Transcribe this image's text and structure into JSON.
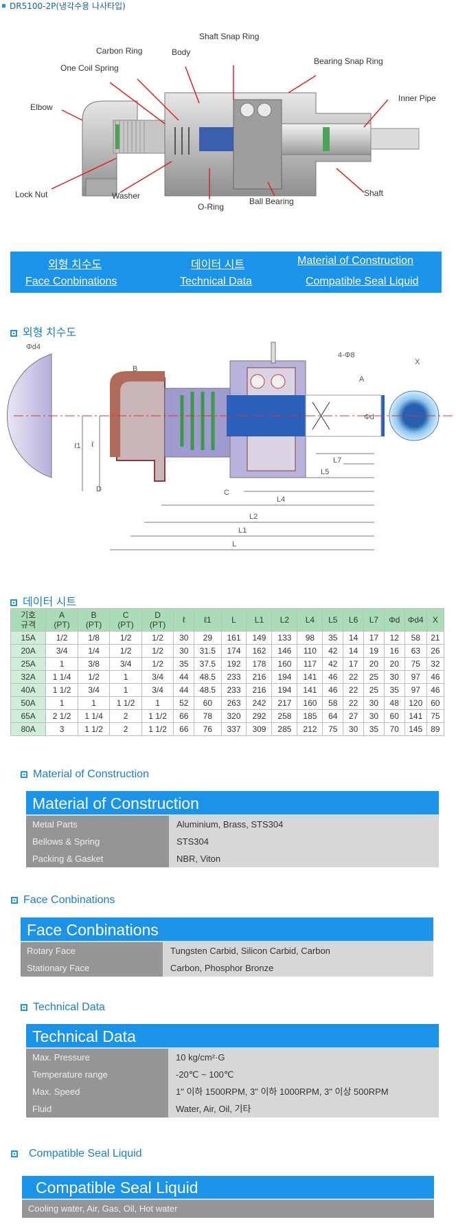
{
  "title": "DR5100-2P(냉각수용 나사타입)",
  "assembly_labels": {
    "shaft_snap_ring": "Shaft Snap Ring",
    "carbon_ring": "Carbon Ring",
    "body": "Body",
    "bearing_snap_ring": "Bearing Snap Ring",
    "one_coil_spring": "One Coil Spring",
    "inner_pipe": "Inner Pipe",
    "elbow": "Elbow",
    "lock_nut": "Lock Nut",
    "washer": "Washer",
    "o_ring": "O-Ring",
    "ball_bearing": "Ball Bearing",
    "shaft": "Shaft"
  },
  "nav": {
    "dimensions": "외형 치수도",
    "datasheet": "데이터 시트",
    "material": "Material of Construction",
    "face": "Face Conbinations",
    "technical": "Technical Data",
    "seal": "Compatible Seal Liquid"
  },
  "sections": {
    "dimensions": "외형 치수도",
    "datasheet": "데이터 시트",
    "material": "Material of Construction",
    "face": "Face Conbinations",
    "technical": "Technical Data",
    "seal": "Compatible Seal Liquid"
  },
  "drawing_labels": {
    "phi_d4": "Φd4",
    "b": "B",
    "four_phi8": "4-Φ8",
    "a": "A",
    "x": "X",
    "phi_d": "Φd",
    "l1_small": "ℓ1",
    "l_small": "ℓ",
    "l7": "L7",
    "l5": "L5",
    "d": "D",
    "c": "C",
    "l4": "L4",
    "l2": "L2",
    "l1": "L1",
    "l": "L"
  },
  "datasheet": {
    "header_first_top": "기호",
    "header_first_bottom": "규격",
    "headers": [
      [
        "A",
        "(PT)"
      ],
      [
        "B",
        "(PT)"
      ],
      [
        "C",
        "(PT)"
      ],
      [
        "D",
        "(PT)"
      ],
      [
        "ℓ",
        ""
      ],
      [
        "ℓ1",
        ""
      ],
      [
        "L",
        ""
      ],
      [
        "L1",
        ""
      ],
      [
        "L2",
        ""
      ],
      [
        "L4",
        ""
      ],
      [
        "L5",
        ""
      ],
      [
        "L6",
        ""
      ],
      [
        "L7",
        ""
      ],
      [
        "Φd",
        ""
      ],
      [
        "Φd4",
        ""
      ],
      [
        "X",
        ""
      ]
    ],
    "rows": [
      [
        "15A",
        "1/2",
        "1/8",
        "1/2",
        "1/2",
        "30",
        "29",
        "161",
        "149",
        "133",
        "98",
        "35",
        "14",
        "17",
        "12",
        "58",
        "21"
      ],
      [
        "20A",
        "3/4",
        "1/4",
        "1/2",
        "1/2",
        "30",
        "31.5",
        "174",
        "162",
        "146",
        "110",
        "42",
        "14",
        "19",
        "16",
        "63",
        "26"
      ],
      [
        "25A",
        "1",
        "3/8",
        "3/4",
        "1/2",
        "35",
        "37.5",
        "192",
        "178",
        "160",
        "117",
        "42",
        "17",
        "20",
        "20",
        "75",
        "32"
      ],
      [
        "32A",
        "1 1/4",
        "1/2",
        "1",
        "3/4",
        "44",
        "48.5",
        "233",
        "216",
        "194",
        "141",
        "46",
        "22",
        "25",
        "30",
        "97",
        "46"
      ],
      [
        "40A",
        "1 1/2",
        "3/4",
        "1",
        "3/4",
        "44",
        "48.5",
        "233",
        "216",
        "194",
        "141",
        "46",
        "22",
        "25",
        "35",
        "97",
        "46"
      ],
      [
        "50A",
        "1",
        "1",
        "1 1/2",
        "1",
        "52",
        "60",
        "263",
        "242",
        "217",
        "160",
        "58",
        "22",
        "30",
        "48",
        "120",
        "60"
      ],
      [
        "65A",
        "2 1/2",
        "1 1/4",
        "2",
        "1 1/2",
        "66",
        "78",
        "320",
        "292",
        "258",
        "185",
        "64",
        "27",
        "30",
        "60",
        "141",
        "75"
      ],
      [
        "80A",
        "3",
        "1 1/2",
        "2",
        "1 1/2",
        "66",
        "76",
        "337",
        "309",
        "285",
        "212",
        "75",
        "30",
        "35",
        "70",
        "145",
        "89"
      ]
    ]
  },
  "material": {
    "header": "Material of Construction",
    "rows": [
      {
        "key": "Metal Parts",
        "value": "Aluminium, Brass, STS304"
      },
      {
        "key": "Bellows & Spring",
        "value": "STS304"
      },
      {
        "key": "Packing & Gasket",
        "value": "NBR, Viton"
      }
    ]
  },
  "face": {
    "header": "Face Conbinations",
    "rows": [
      {
        "key": "Rotary Face",
        "value": "Tungsten Carbid, Silicon Carbid, Carbon"
      },
      {
        "key": "Stationary Face",
        "value": "Carbon, Phosphor Bronze"
      }
    ]
  },
  "technical": {
    "header": "Technical Data",
    "rows": [
      {
        "key": "Max. Pressure",
        "value": "10 kg/cm²·G"
      },
      {
        "key": "Temperature range",
        "value": "-20℃ ~ 100℃"
      },
      {
        "key": "Max. Speed",
        "value": "1\" 이하 1500RPM,  3\" 이하 1000RPM, 3\" 이상 500RPM"
      },
      {
        "key": "Fluid",
        "value": "Water, Air, Oil, 기타"
      }
    ]
  },
  "seal": {
    "header": "Compatible Seal Liquid",
    "text": "Cooling water, Air, Gas, Oil, Hot water"
  }
}
